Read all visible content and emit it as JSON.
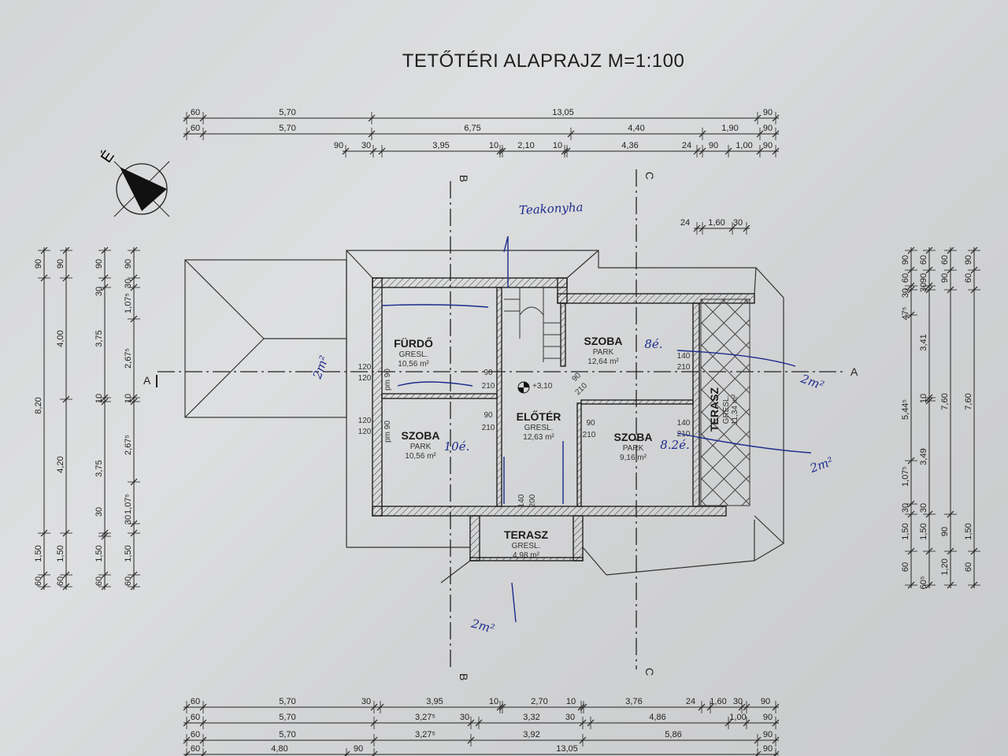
{
  "title": "TETŐTÉRI ALAPRAJZ M=1:100",
  "north_label": "É",
  "axes": {
    "a": "A",
    "b": "B",
    "c": "C"
  },
  "top_dims": [
    [
      "60",
      "5,70",
      "13,05",
      "90"
    ],
    [
      "60",
      "5,70",
      "6,75",
      "4,40",
      "1,90",
      "90"
    ],
    [
      "90",
      "30",
      "3,95",
      "10",
      "2,10",
      "10",
      "4,36",
      "24",
      "90",
      "1,00",
      "90"
    ],
    [
      "24",
      "1,60",
      "30"
    ]
  ],
  "bottom_dims": [
    [
      "60",
      "5,70",
      "30",
      "3,95",
      "10",
      "2,70",
      "10",
      "3,76",
      "24",
      "1,60",
      "30",
      "90"
    ],
    [
      "60",
      "5,70",
      "3,27⁵",
      "30",
      "3,32",
      "30",
      "4,86",
      "1,00",
      "90"
    ],
    [
      "60",
      "5,70",
      "3,27⁵",
      "3,92",
      "5,86",
      "90"
    ],
    [
      "60",
      "4,80",
      "90",
      "13,05",
      "90"
    ]
  ],
  "left_dims": [
    [
      "90",
      "8,20",
      "1,50",
      "60"
    ],
    [
      "90",
      "4,00",
      "4,20",
      "1,50",
      "60"
    ],
    [
      "90",
      "30",
      "3,75",
      "10",
      "3,75",
      "30",
      "1,50",
      "60"
    ],
    [
      "90",
      "30",
      "1,07⁵",
      "2,67⁵",
      "10",
      "2,67⁵",
      "1,07⁵",
      "30",
      "1,50",
      "60"
    ]
  ],
  "right_dims": [
    [
      "90",
      "60",
      "30",
      "47⁵",
      "5,44⁵",
      "1,07⁵",
      "30",
      "1,50",
      "60"
    ],
    [
      "60",
      "90",
      "30",
      "3,41",
      "10",
      "3,49",
      "30",
      "1,50",
      "60⁵"
    ],
    [
      "60",
      "90",
      "7,60",
      "90",
      "1,20"
    ],
    [
      "90",
      "60",
      "7,60",
      "1,50",
      "60"
    ]
  ],
  "rooms": [
    {
      "name": "FÜRDŐ",
      "floor": "GRESL.",
      "area": "10,56 m²"
    },
    {
      "name": "SZOBA",
      "floor": "PARK",
      "area": "12,64 m²"
    },
    {
      "name": "SZOBA",
      "floor": "PARK",
      "area": "10,56 m²"
    },
    {
      "name": "ELŐTÉR",
      "floor": "GRESL.",
      "area": "12,63 m²"
    },
    {
      "name": "SZOBA",
      "floor": "PARK",
      "area": "9,16 m²"
    },
    {
      "name": "TERASZ",
      "floor": "GRESL.",
      "area": "4,98 m²"
    },
    {
      "name": "TERASZ",
      "floor": "GRESL.",
      "area": "11,34 m²"
    }
  ],
  "level": "+3,10",
  "openings": [
    "120",
    "120",
    "120",
    "120",
    "pm 90",
    "pm 90",
    "90",
    "210",
    "90",
    "210",
    "90",
    "210",
    "90",
    "210",
    "140",
    "210",
    "140",
    "210",
    "140",
    "200"
  ],
  "handwritten": [
    "Teakonyha",
    "8é.",
    "10é.",
    "8.2é.",
    "2m²",
    "2m²",
    "2m²",
    "2m²"
  ]
}
